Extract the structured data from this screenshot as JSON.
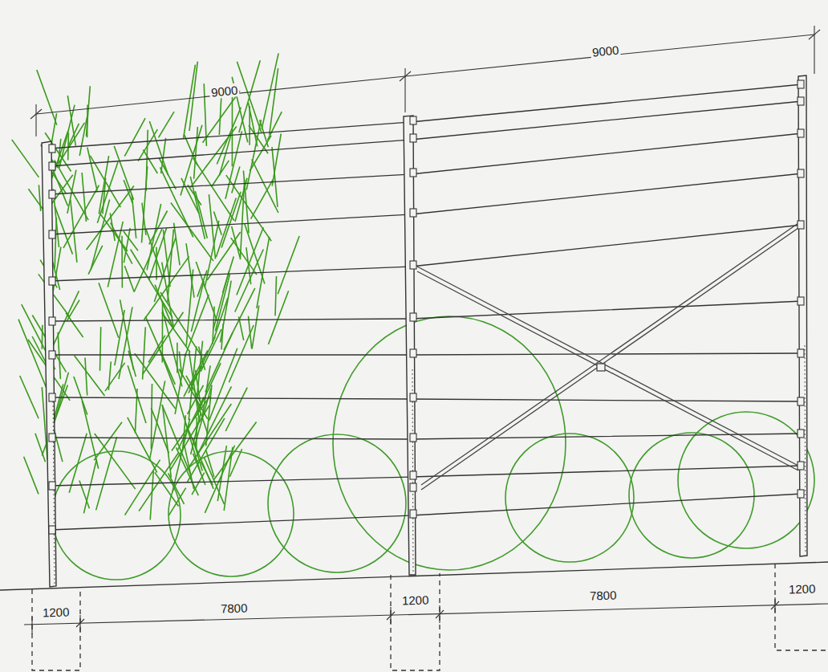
{
  "diagram": {
    "labels": [
      "9000",
      "9000",
      "1200",
      "7800",
      "1200",
      "7800",
      "1200"
    ]
  }
}
